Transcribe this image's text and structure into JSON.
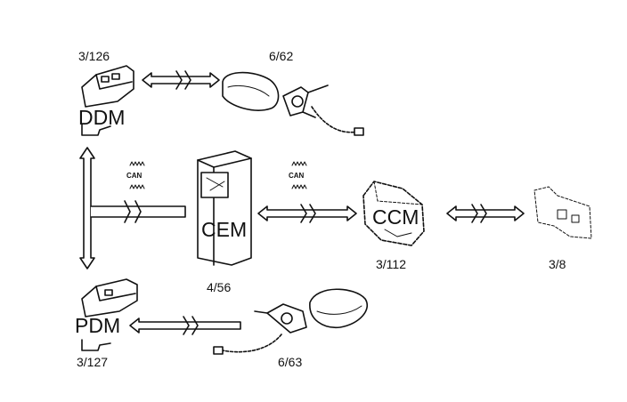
{
  "components": {
    "ddm": {
      "name": "DDM",
      "ref": "3/126"
    },
    "pdm": {
      "name": "PDM",
      "ref": "3/127"
    },
    "cem": {
      "name": "CEM",
      "ref": "4/56"
    },
    "ccm": {
      "name": "CCM",
      "ref": "3/112"
    },
    "mirror_driver": {
      "ref": "6/62"
    },
    "mirror_passenger": {
      "ref": "6/63"
    },
    "right_unit": {
      "ref": "3/8"
    }
  },
  "bus": {
    "left_label": "CAN",
    "right_label": "CAN"
  },
  "icons": [
    "module-icon",
    "mirror-icon",
    "can-bus-icon",
    "double-arrow-icon"
  ],
  "colors": {
    "line": "#111111",
    "background": "#ffffff"
  }
}
